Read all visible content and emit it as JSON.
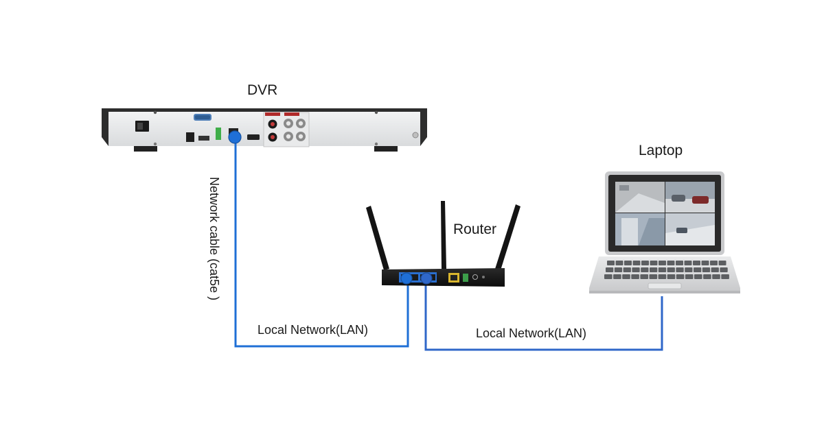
{
  "labels": {
    "dvr": "DVR",
    "router": "Router",
    "laptop": "Laptop",
    "cable": "Network cable (cat5e )",
    "lan_left": "Local Network(LAN)",
    "lan_right": "Local Network(LAN)"
  },
  "colors": {
    "cable": "#1f6fd6",
    "cable_alt": "#2f67c9",
    "dvr_body": "#2d2d2d",
    "dvr_panel": "#e4e6e8",
    "router_body": "#151515",
    "router_port": "#2a6fd0",
    "laptop_body": "#d7d8da",
    "laptop_bezel": "#2a2a2a"
  }
}
